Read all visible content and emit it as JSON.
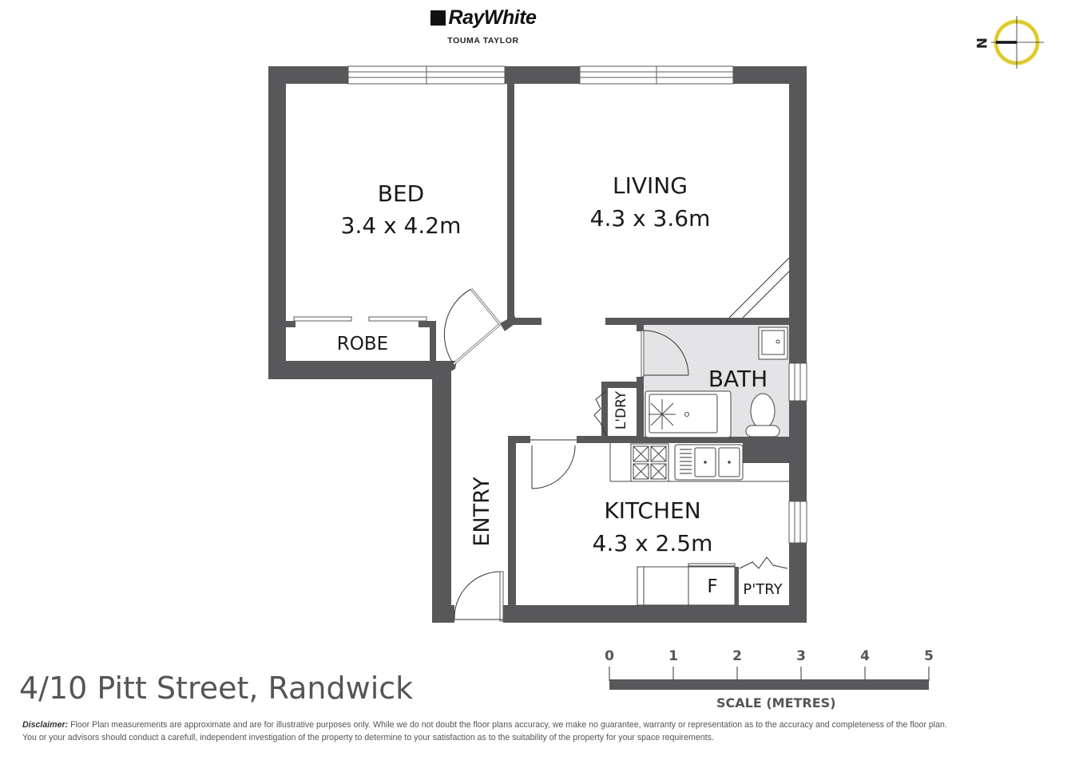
{
  "brand": {
    "name": "RayWhite",
    "office": "TOUMA TAYLOR"
  },
  "compass": {
    "north_label": "N",
    "ring_color": "#e6d33a"
  },
  "rooms": [
    {
      "id": "bed",
      "name": "BED",
      "dimensions": "3.4 x 4.2m"
    },
    {
      "id": "living",
      "name": "LIVING",
      "dimensions": "4.3 x 3.6m"
    },
    {
      "id": "robe",
      "name": "ROBE"
    },
    {
      "id": "bath",
      "name": "BATH"
    },
    {
      "id": "laundry",
      "name": "L'DRY"
    },
    {
      "id": "entry",
      "name": "ENTRY"
    },
    {
      "id": "kitchen",
      "name": "KITCHEN",
      "dimensions": "4.3 x 2.5m"
    },
    {
      "id": "fridge",
      "name": "F"
    },
    {
      "id": "pantry",
      "name": "P'TRY"
    }
  ],
  "address": "4/10 Pitt Street, Randwick",
  "scale": {
    "ticks": [
      "0",
      "1",
      "2",
      "3",
      "4",
      "5"
    ],
    "title": "SCALE (METRES)"
  },
  "disclaimer": {
    "label": "Disclaimer:",
    "text": " Floor Plan measurements are approximate and are for illustrative purposes only. While we do not doubt the  floor  plans  accuracy,  we make no guarantee, warranty or representation as to the accuracy and completeness of the floor plan.  You  or  your  advisors  should  conduct a carefull, independent investigation of the property to determine to your satisfaction as to the suitability of the property for your space requirements."
  },
  "colors": {
    "wall": "#58585a",
    "bath_floor": "#e4e4e6",
    "text": "#1a1a1a",
    "address": "#555555"
  }
}
